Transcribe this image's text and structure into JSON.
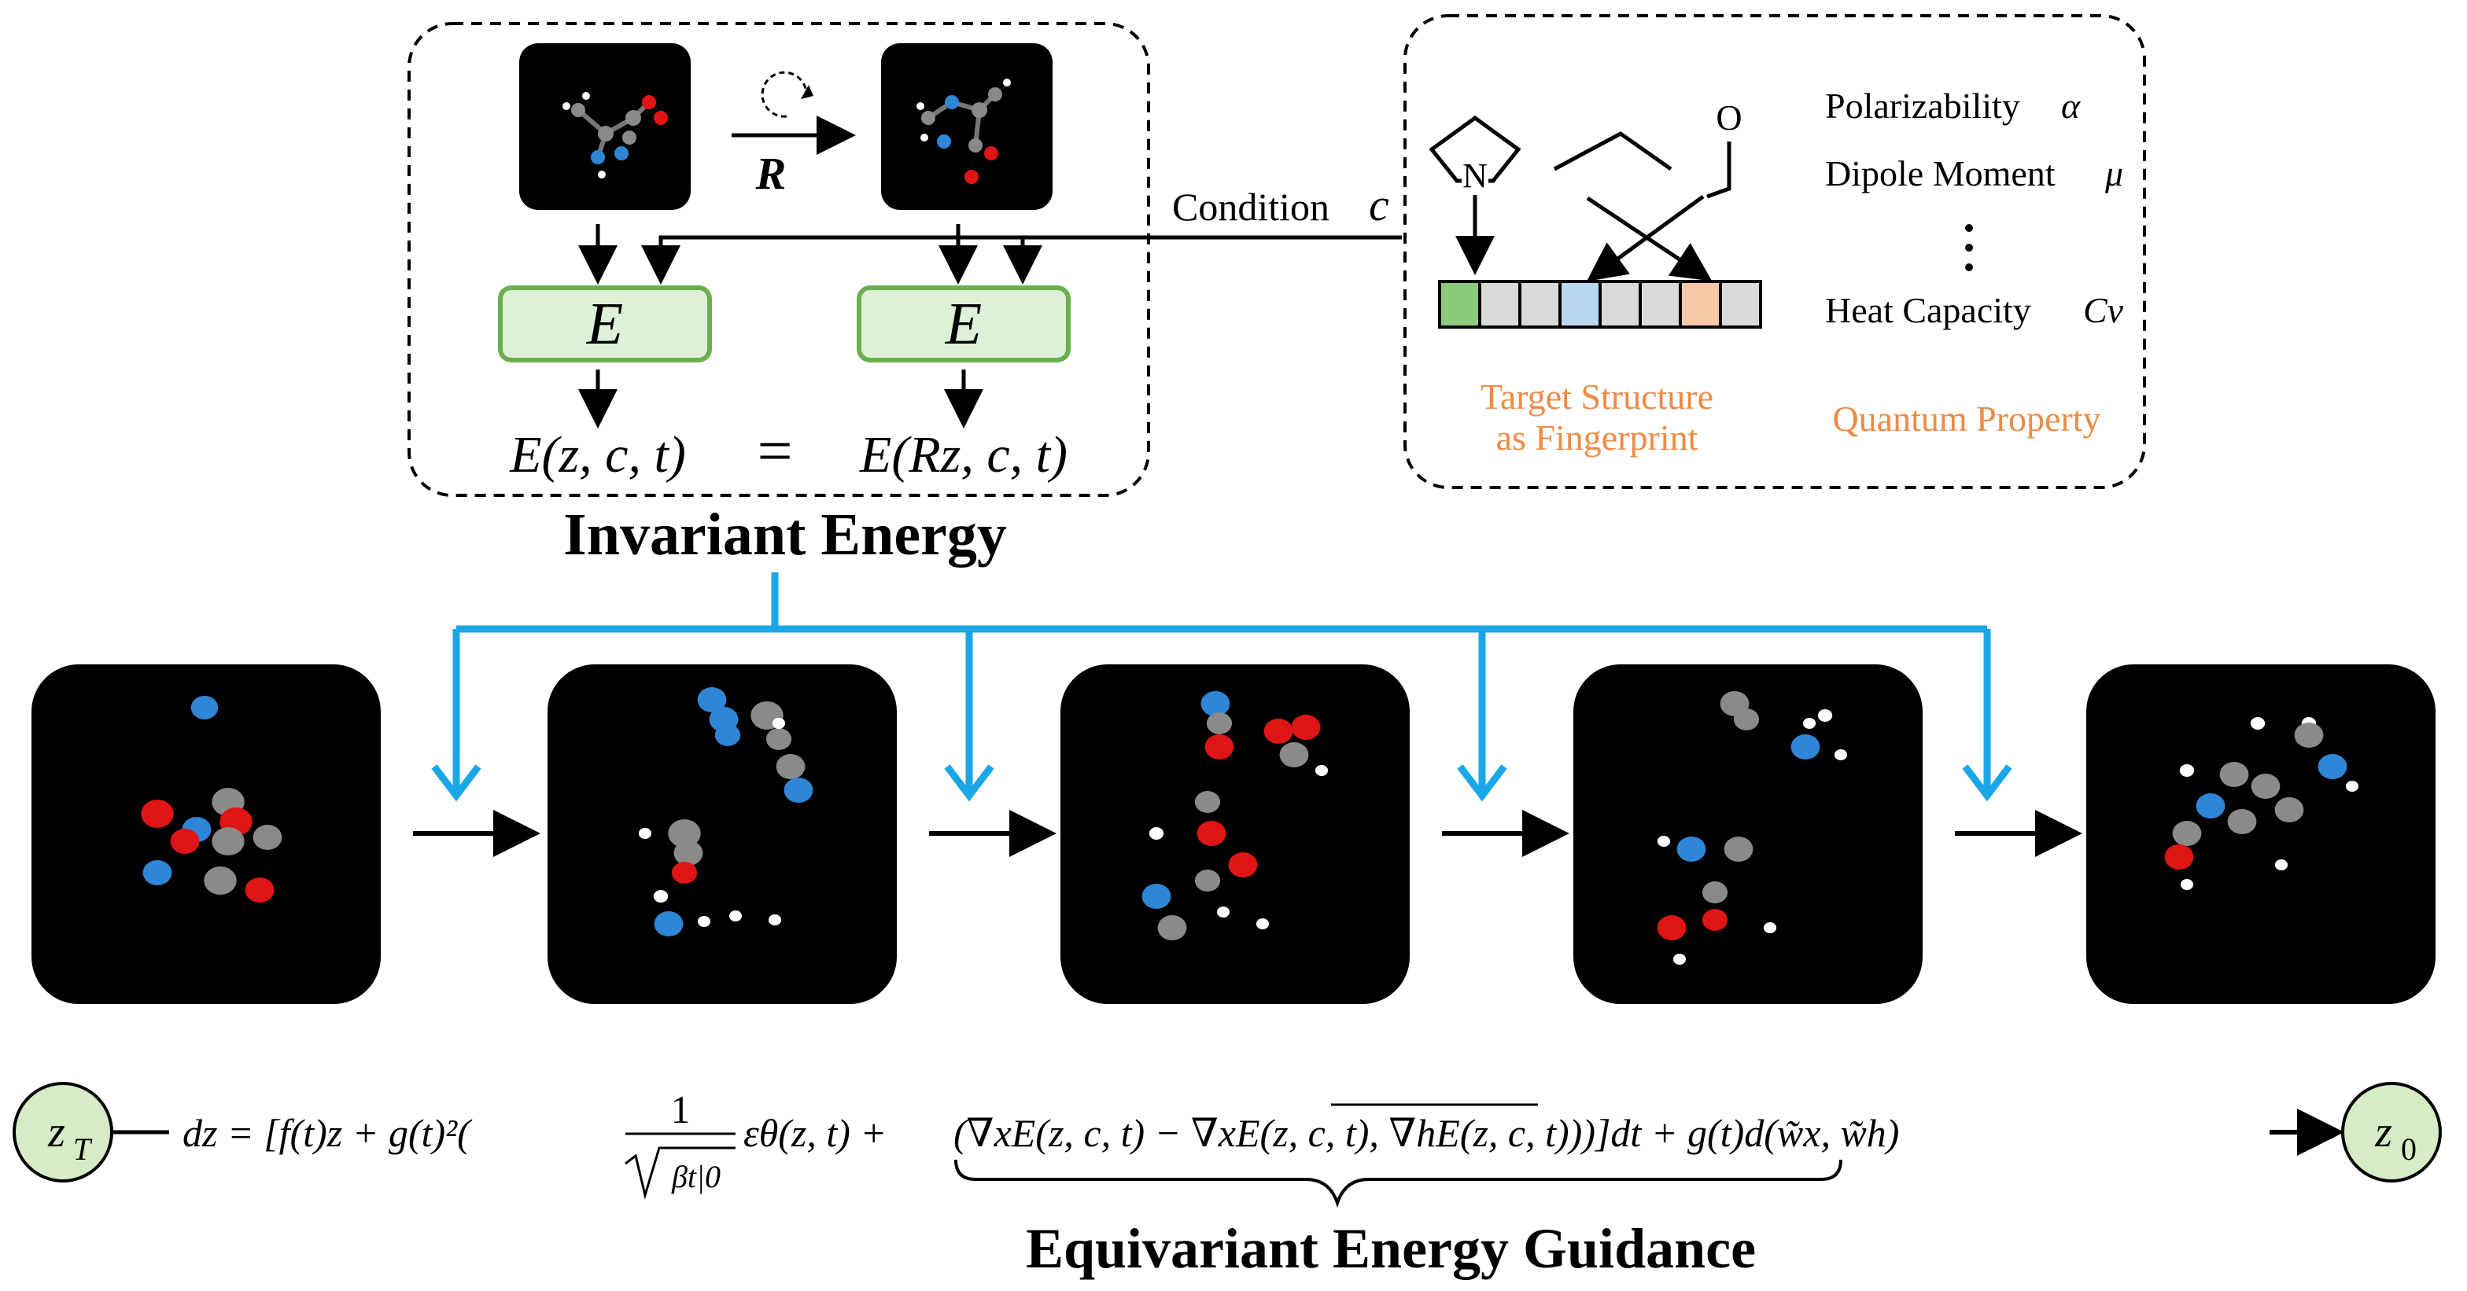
{
  "invariant": {
    "rotation_label": "R",
    "energy_symbol_left": "E",
    "energy_symbol_right": "E",
    "equation_lhs": "E(z, c, t)",
    "equation_eq": "=",
    "equation_rhs": "E(Rz, c, t)",
    "title": "Invariant Energy"
  },
  "condition": {
    "label": "Condition",
    "symbol": "c",
    "ring_atom": "N",
    "chain_atom": "O",
    "fingerprint_cell_colors": [
      "#8cc97a",
      "#d9d9d9",
      "#d9d9d9",
      "#b9d7ee",
      "#d9d9d9",
      "#d9d9d9",
      "#f8c9a8",
      "#d9d9d9"
    ],
    "structure_caption_line1": "Target Structure",
    "structure_caption_line2": "as Fingerprint",
    "properties": [
      {
        "name": "Polarizability",
        "symbol": "α"
      },
      {
        "name": "Dipole Moment",
        "symbol": "μ"
      },
      {
        "name": "Heat Capacity",
        "symbol": "Cv"
      }
    ],
    "property_caption": "Quantum Property"
  },
  "colors": {
    "guide_arrow": "#1aa7e8",
    "energy_box_fill": "#dff0d8",
    "energy_box_stroke": "#6bb04e",
    "caption_orange": "#ee8a45",
    "node_fill": "#d6ecc6",
    "carbon": "#8a8a8a",
    "nitrogen": "#2f86d6",
    "oxygen": "#e01515",
    "hydrogen": "#ffffff"
  },
  "steps": [
    {
      "name": "step-1-noise"
    },
    {
      "name": "step-2"
    },
    {
      "name": "step-3"
    },
    {
      "name": "step-4"
    },
    {
      "name": "step-5-molecule"
    }
  ],
  "sde": {
    "start_node": "z",
    "start_sub": "T",
    "end_node": "z",
    "end_sub": "0",
    "part1": "dz = [f(t)z + g(t)²(",
    "frac_num": "1",
    "frac_den": "βt|0",
    "part2": "εθ(z, t) +",
    "part3": "(∇xE(z, c, t) − ∇xE(z, c, t), ∇hE(z, c, t)))]dt + g(t)d(w̃x, w̃h)",
    "guidance_title": "Equivariant Energy Guidance"
  }
}
